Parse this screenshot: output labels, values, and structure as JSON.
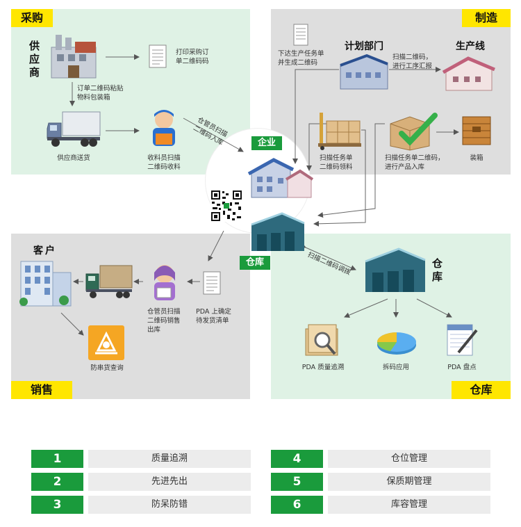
{
  "quadrants": {
    "purchase": "采购",
    "manufacture": "制造",
    "sales": "销售",
    "warehouse": "仓库"
  },
  "center": {
    "enterprise": "企业",
    "warehouse": "仓库"
  },
  "purchase": {
    "supplier": "供应商",
    "print_order": "打印采购订单二维码码",
    "print_order_l1": "打印采购订",
    "print_order_l2": "单二维码码",
    "sticker_l1": "订单二维码粘贴",
    "sticker_l2": "物料包装箱",
    "delivery": "供应商送货",
    "receive_l1": "收料员扫描",
    "receive_l2": "二维码收料",
    "keeper_l1": "仓管员扫描",
    "keeper_l2": "二维码入库"
  },
  "manufacture": {
    "issue_l1": "下达生产任务单",
    "issue_l2": "并生成二维码",
    "planning": "计划部门",
    "production_line": "生产线",
    "scan_report_l1": "扫描二维码，",
    "scan_report_l2": "进行工序汇报",
    "pick_l1": "扫描任务单",
    "pick_l2": "二维码领料",
    "stock_in_l1": "扫描任务单二维码，",
    "stock_in_l2": "进行产品入库",
    "packing": "装箱"
  },
  "sales": {
    "customer": "客户",
    "out_l1": "仓管员扫描",
    "out_l2": "二维码销售",
    "out_l3": "出库",
    "pda_l1": "PDA 上确定",
    "pda_l2": "待发货清单",
    "anti_fake": "防串货查询"
  },
  "warehouse": {
    "title": "仓库",
    "transfer": "扫描二维码调拨",
    "quality": "PDA 质量追溯",
    "split": "拆码应用",
    "inventory": "PDA 盘点"
  },
  "features": [
    {
      "num": "1",
      "label": "质量追溯"
    },
    {
      "num": "2",
      "label": "先进先出"
    },
    {
      "num": "3",
      "label": "防呆防错"
    },
    {
      "num": "4",
      "label": "仓位管理"
    },
    {
      "num": "5",
      "label": "保质期管理"
    },
    {
      "num": "6",
      "label": "库容管理"
    }
  ],
  "colors": {
    "green": "#1a9b3c",
    "yellow": "#ffe600",
    "mint": "#dff2e5",
    "gray": "#dedede"
  }
}
